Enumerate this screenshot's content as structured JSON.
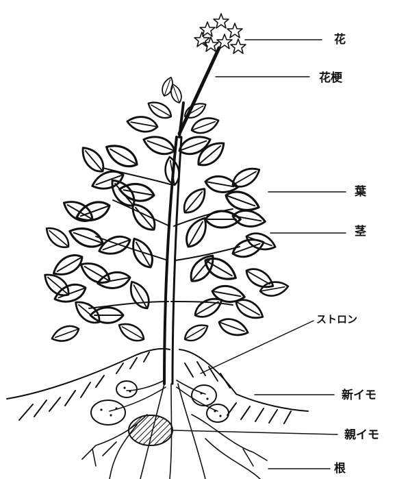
{
  "figure": {
    "labels": {
      "flower": "花",
      "peduncle": "花梗",
      "leaf": "葉",
      "stem": "茎",
      "stolon": "ストロン",
      "new_tuber": "新イモ",
      "seed_tuber": "親イモ",
      "root": "根"
    },
    "ink_color": "#111111",
    "paper_color": "#ffffff"
  }
}
